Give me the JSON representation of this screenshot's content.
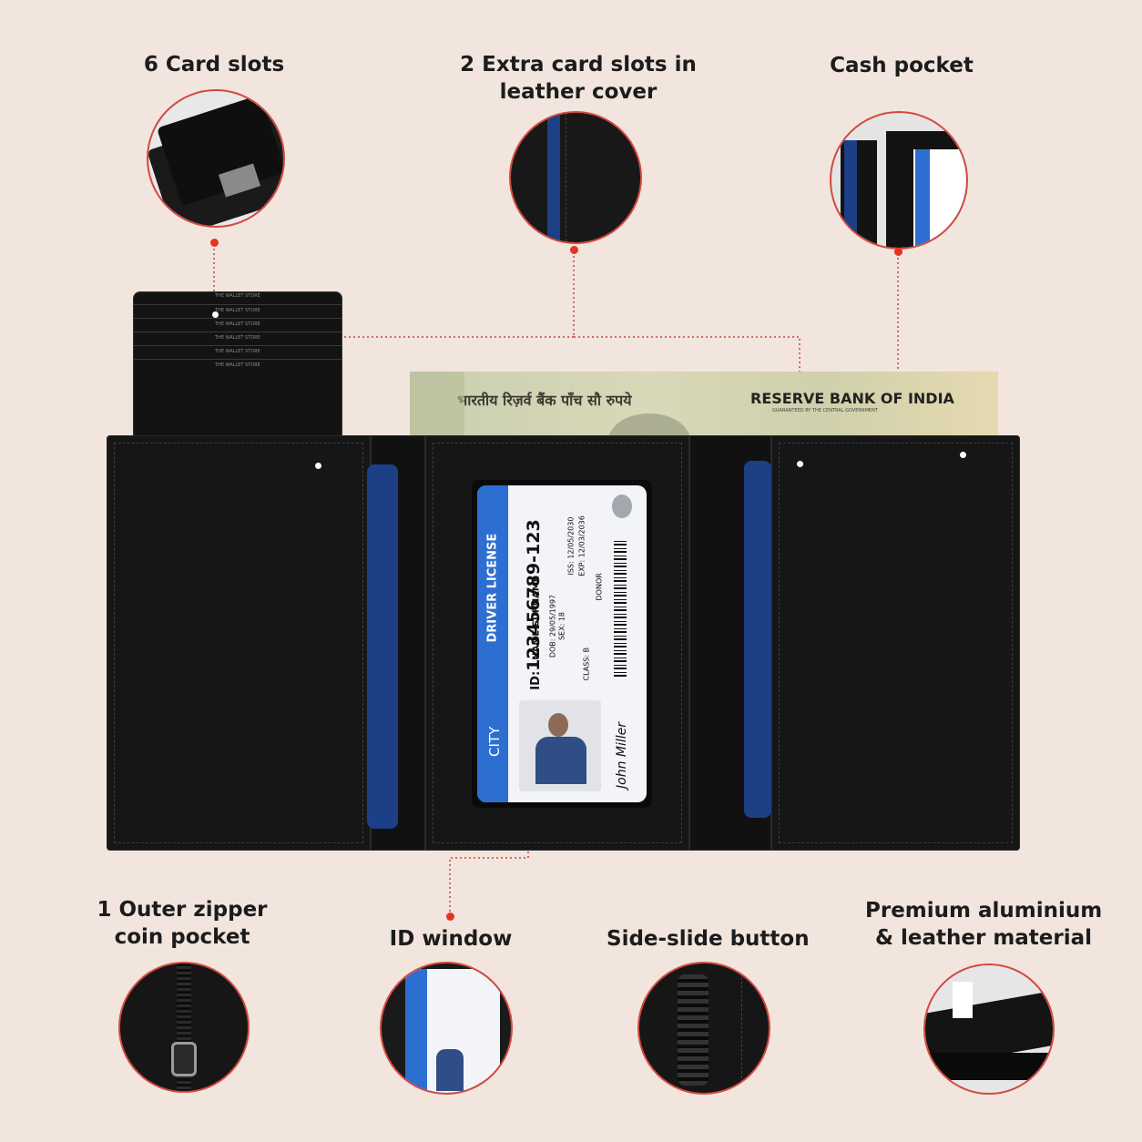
{
  "features": {
    "card_slots": "6 Card slots",
    "extra_slots_line1": "2 Extra card slots in",
    "extra_slots_line2": "leather cover",
    "cash_pocket": "Cash pocket",
    "coin_pocket_line1": "1 Outer zipper",
    "coin_pocket_line2": "coin pocket",
    "id_window": "ID window",
    "slide_button": "Side-slide button",
    "material_line1": "Premium aluminium",
    "material_line2": "& leather material"
  },
  "cards": {
    "brand": "THE WALLET STORE",
    "count": 6
  },
  "banknote": {
    "hindi": "भारतीय रिज़र्व बैंक  पाँच सौ रुपये",
    "english": "RESERVE BANK OF INDIA",
    "subtitle": "GUARANTEED BY THE CENTRAL GOVERNMENT"
  },
  "license": {
    "header": "DRIVER LICENSE",
    "id_label": "ID:",
    "id_number": "123456789-123",
    "name": "NAME SURNAME",
    "dob": "DOB: 29/05/1997",
    "sex": "SEX: 18",
    "iss": "ISS: 12/05/2030",
    "exp": "EXP: 12/03/2036",
    "donor": "DONOR",
    "class": "CLASS: B",
    "city": "CITY",
    "signature": "John Miller"
  },
  "colors": {
    "background": "#f1e5de",
    "accent": "#e53324",
    "leather": "#161616",
    "card_blue": "#1d3f86"
  }
}
